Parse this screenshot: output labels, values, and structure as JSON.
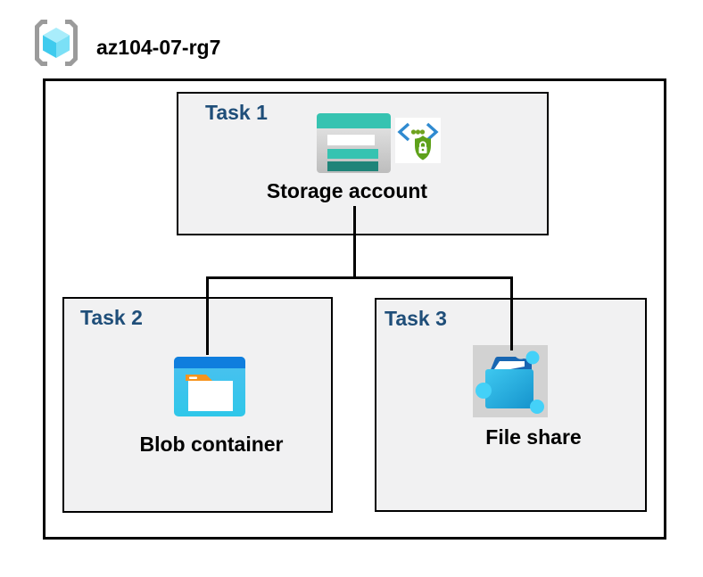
{
  "header": {
    "title": "az104-07-rg7",
    "icon": "resource-group-icon"
  },
  "tasks": [
    {
      "label": "Task 1",
      "resource": "Storage account",
      "icons": [
        "storage-account-icon",
        "secure-endpoint-icon"
      ]
    },
    {
      "label": "Task 2",
      "resource": "Blob container",
      "icons": [
        "blob-container-icon"
      ]
    },
    {
      "label": "Task 3",
      "resource": "File share",
      "icons": [
        "file-share-icon"
      ]
    }
  ],
  "connections": [
    {
      "from": "Storage account",
      "to": "Blob container"
    },
    {
      "from": "Storage account",
      "to": "File share"
    }
  ],
  "colors": {
    "task_label": "#1F4E79",
    "task_fill": "#F1F1F2",
    "border_black": "#000000",
    "backing_gray": "#D2D2D2",
    "storage_teal": "#36C3B1",
    "storage_teal_dark": "#1F8479",
    "blob_band_blue": "#0F7EDE",
    "tab_orange": "#F7941E",
    "shield_green": "#5EA11A",
    "chevron_blue": "#2F8AD0",
    "dot_green": "#6EA21E",
    "node_cyan": "#44D1F8",
    "share_dark_blue": "#1866B2",
    "bracket_gray": "#9B9B9B",
    "cube_top": "#A9EDFB",
    "cube_left": "#3FCBEE",
    "cube_right": "#7BE0F6"
  }
}
